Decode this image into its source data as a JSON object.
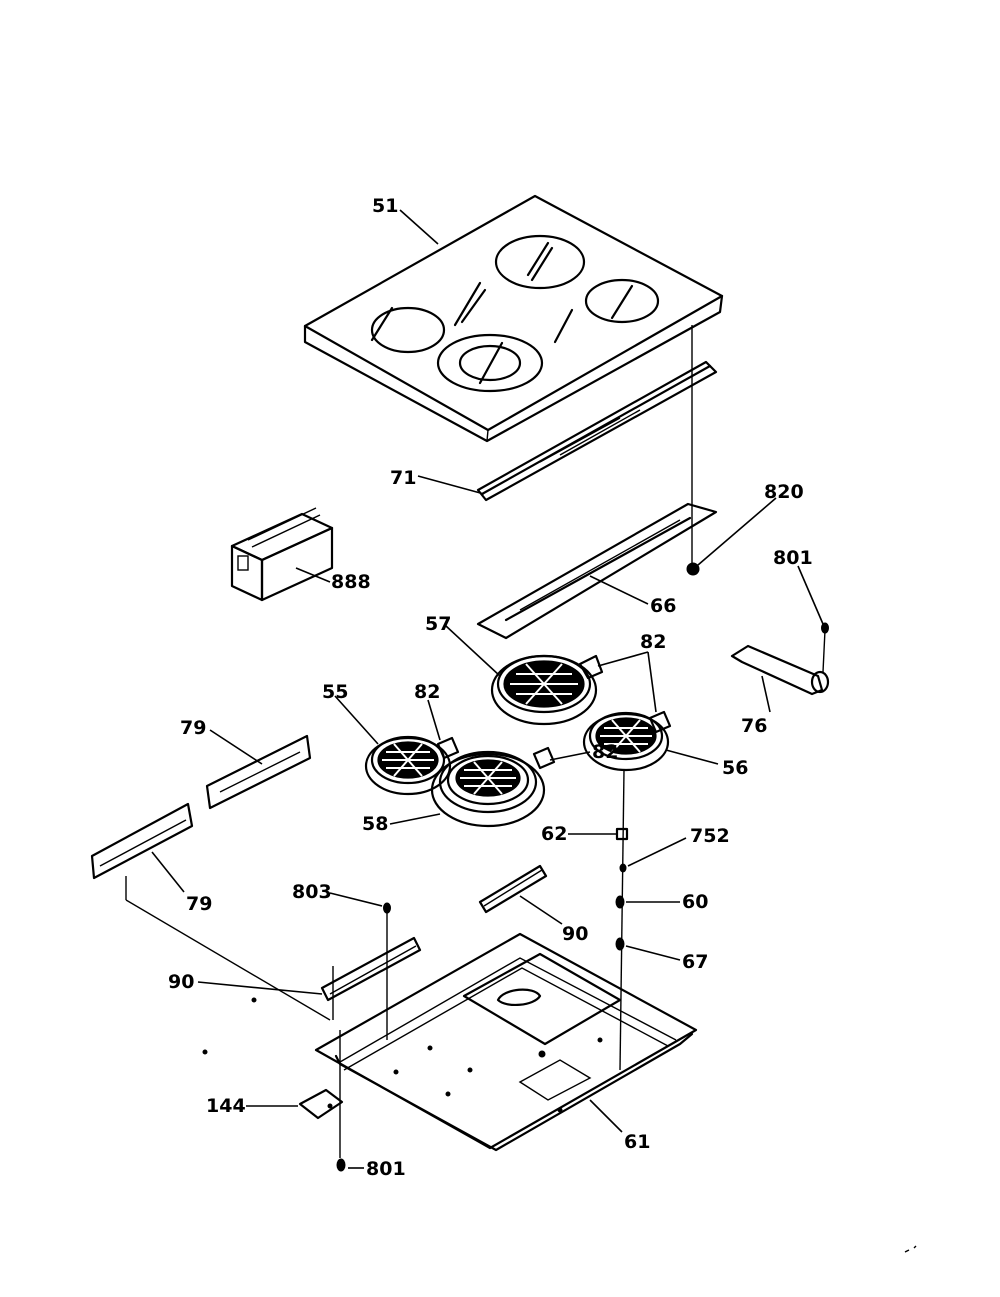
{
  "labels": {
    "l51": "51",
    "l71": "71",
    "l820": "820",
    "l801a": "801",
    "l888": "888",
    "l66": "66",
    "l57": "57",
    "l82a": "82",
    "l76": "76",
    "l55": "55",
    "l82b": "82",
    "l79a": "79",
    "l82c": "82",
    "l56": "56",
    "l58": "58",
    "l62": "62",
    "l752": "752",
    "l79b": "79",
    "l803": "803",
    "l60": "60",
    "l90a": "90",
    "l67": "67",
    "l90b": "90",
    "l144": "144",
    "l61": "61",
    "l801b": "801"
  }
}
